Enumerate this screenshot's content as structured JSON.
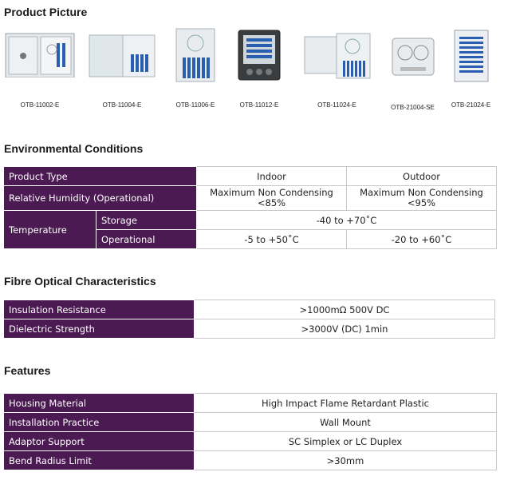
{
  "sections": {
    "product_picture": "Product Picture",
    "environmental": "Environmental Conditions",
    "fibre": "Fibre Optical Characteristics",
    "features": "Features"
  },
  "products": [
    {
      "code": "OTB-11002-E"
    },
    {
      "code": "OTB-11004-E"
    },
    {
      "code": "OTB-11006-E"
    },
    {
      "code": "OTB-11012-E"
    },
    {
      "code": "OTB-11024-E"
    },
    {
      "code": "OTB-21004-SE"
    },
    {
      "code": "OTB-21024-E"
    }
  ],
  "environmental": {
    "product_type_label": "Product Type",
    "indoor": "Indoor",
    "outdoor": "Outdoor",
    "humidity_label": "Relative Humidity (Operational)",
    "humidity_indoor": "Maximum Non Condensing <85%",
    "humidity_outdoor": "Maximum Non Condensing <95%",
    "temperature_label": "Temperature",
    "storage_label": "Storage",
    "storage_value": "-40 to +70˚C",
    "operational_label": "Operational",
    "operational_indoor": "-5 to +50˚C",
    "operational_outdoor": "-20 to +60˚C"
  },
  "fibre": {
    "insulation_label": "Insulation Resistance",
    "insulation_value": ">1000mΩ 500V DC",
    "dielectric_label": "Dielectric Strength",
    "dielectric_value": ">3000V (DC) 1min"
  },
  "features": {
    "housing_label": "Housing Material",
    "housing_value": "High Impact Flame Retardant Plastic",
    "installation_label": "Installation Practice",
    "installation_value": "Wall Mount",
    "adaptor_label": "Adaptor Support",
    "adaptor_value": "SC Simplex or LC Duplex",
    "bend_label": "Bend Radius Limit",
    "bend_value": ">30mm"
  },
  "colors": {
    "label_bg": "#4b1a52",
    "adaptor_blue": "#2a5fb0",
    "box_grey": "#d9dee2"
  }
}
